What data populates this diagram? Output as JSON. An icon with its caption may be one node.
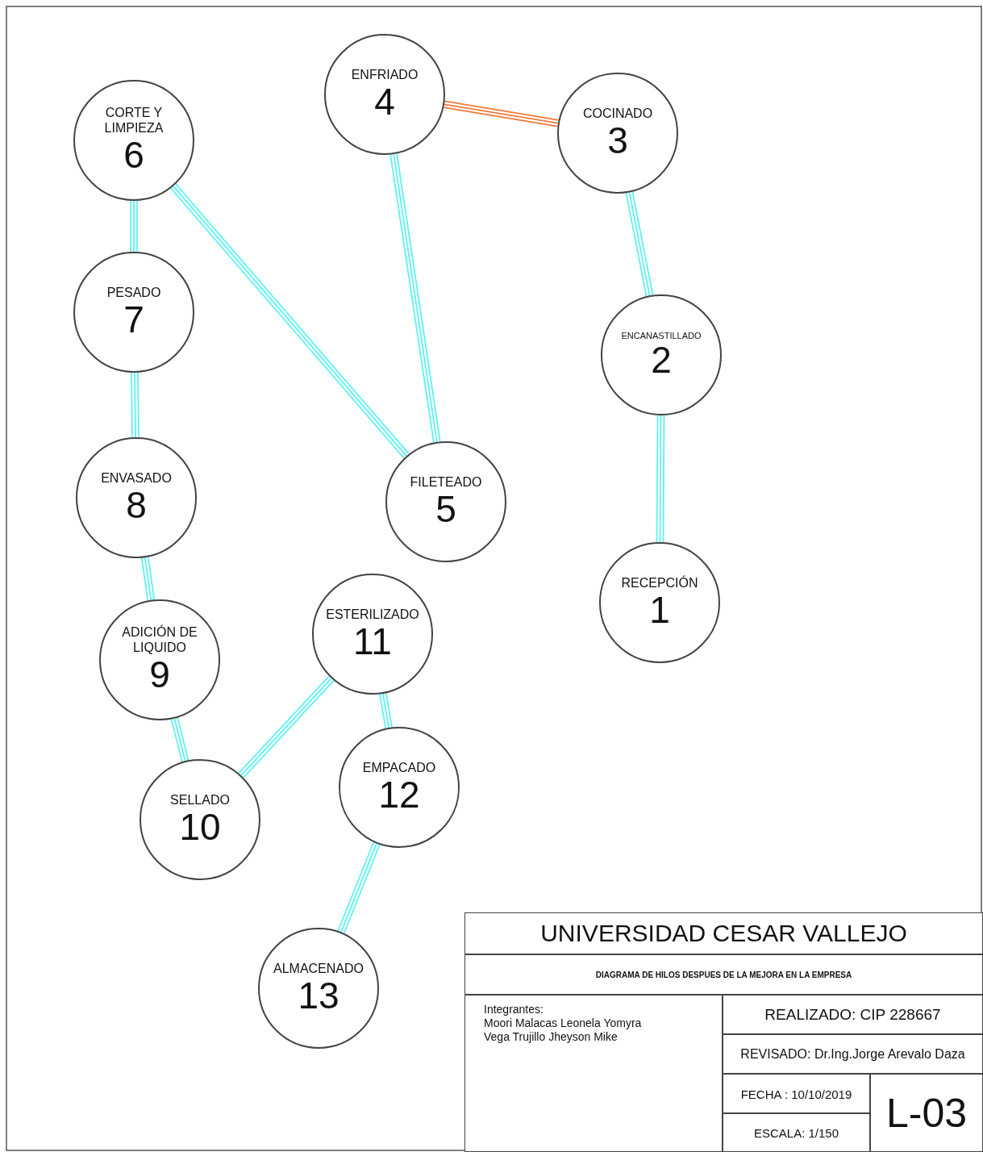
{
  "diagram": {
    "nodes": [
      {
        "text": [
          "RECEPCIÓN",
          "1"
        ]
      },
      {
        "text": [
          "ENCANASTILLADO",
          "2"
        ]
      },
      {
        "text": [
          "COCINADO",
          "3"
        ]
      },
      {
        "text": [
          "ENFRIADO",
          "4"
        ]
      },
      {
        "text": [
          "FILETEADO",
          "5"
        ]
      },
      {
        "text": [
          "CORTE Y LIMPIEZA",
          "6"
        ]
      },
      {
        "text": [
          "PESADO",
          "7"
        ]
      },
      {
        "text": [
          "ENVASADO",
          "8"
        ]
      },
      {
        "text": [
          "ADICIÓN DE LIQUIDO",
          "9"
        ]
      },
      {
        "text": [
          "SELLADO",
          "10"
        ]
      },
      {
        "text": [
          "ESTERILIZADO",
          "11"
        ]
      },
      {
        "text": [
          "EMPACADO",
          "12"
        ]
      },
      {
        "text": [
          "ALMACENADO",
          "13"
        ]
      }
    ],
    "edges": [
      {
        "from": 0,
        "to": 1,
        "arrow": "none"
      },
      {
        "from": 1,
        "to": 2,
        "arrow": "none"
      },
      {
        "from": 2,
        "to": 3,
        "arrow": "none",
        "color": "#f07a3c"
      },
      {
        "from": 3,
        "to": 4,
        "arrow": "none"
      },
      {
        "from": 4,
        "to": 5,
        "arrow": "none"
      },
      {
        "from": 5,
        "to": 6,
        "arrow": "none"
      },
      {
        "from": 6,
        "to": 7,
        "arrow": "none"
      },
      {
        "from": 7,
        "to": 8,
        "arrow": "none"
      },
      {
        "from": 8,
        "to": 9,
        "arrow": "none"
      },
      {
        "from": 9,
        "to": 10,
        "arrow": "none"
      },
      {
        "from": 10,
        "to": 11,
        "arrow": "none"
      },
      {
        "from": 11,
        "to": 12,
        "arrow": "none"
      }
    ],
    "labels": [
      "UNIVERSIDAD CESAR VALLEJO",
      "DIAGRAMA DE HILOS DESPUES DE LA MEJORA EN LA EMPRESA",
      "Integrantes:",
      "Moori Malacas Leonela Yomyra",
      "Vega Trujillo Jheyson Mike",
      "REALIZADO: CIP 228667",
      "REVISADO: Dr.Ing.Jorge Arevalo Daza",
      "FECHA : 10/10/2019",
      "L-03",
      "ESCALA:   1/150"
    ]
  }
}
